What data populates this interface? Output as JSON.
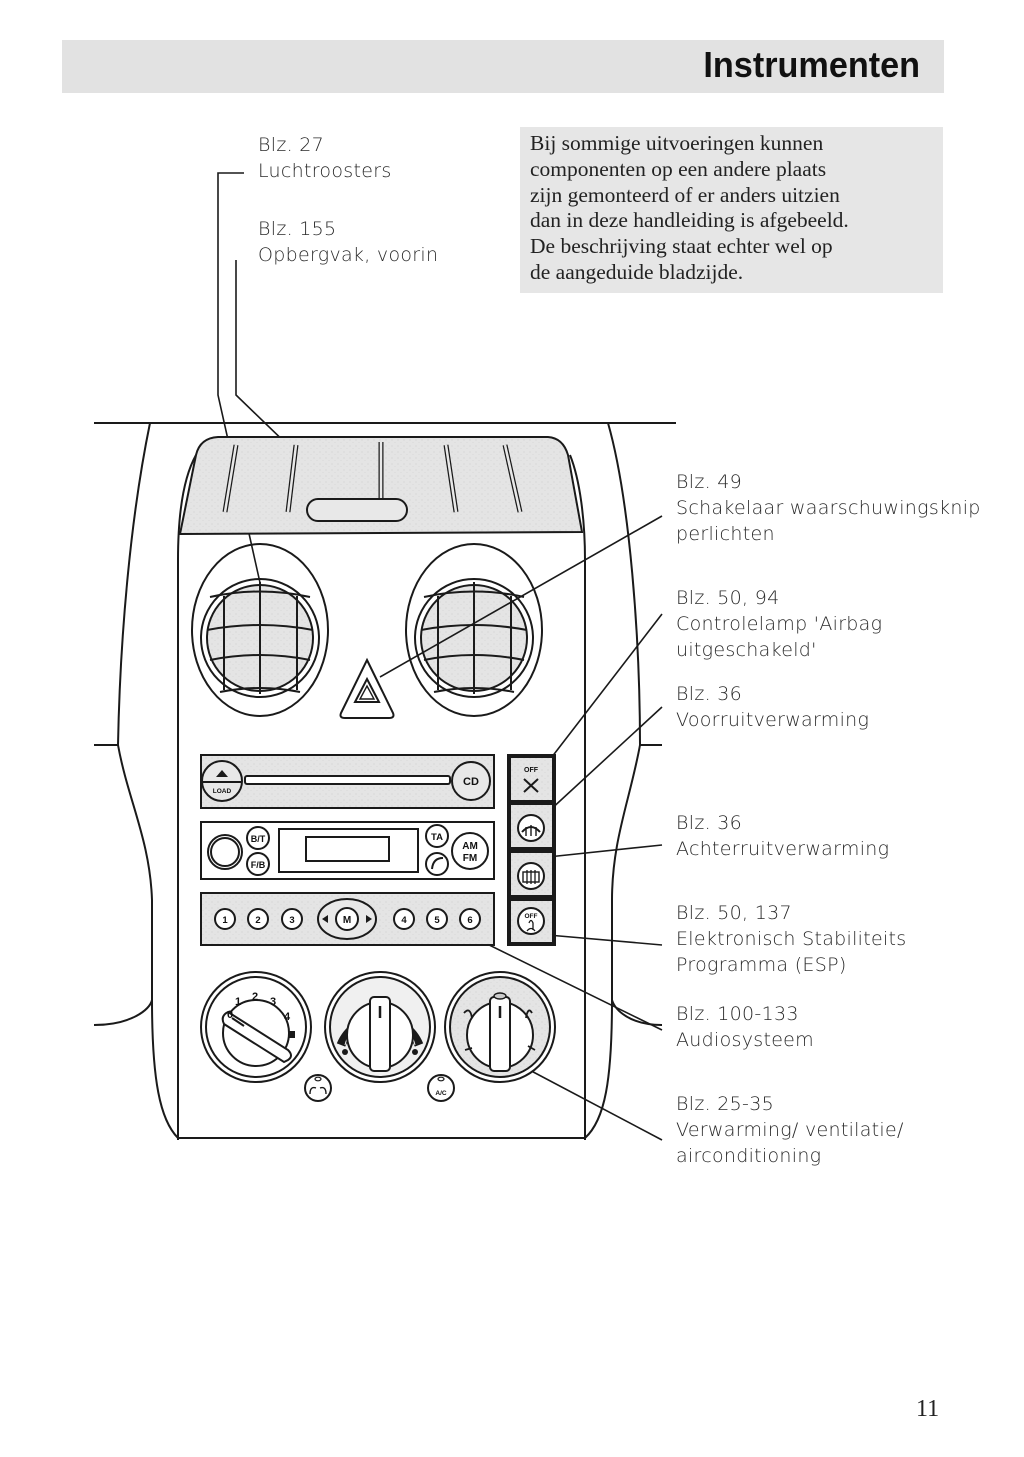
{
  "header": {
    "title": "Instrumenten"
  },
  "callouts_left": [
    {
      "page": "Blz. 27",
      "label": "Luchtroosters"
    },
    {
      "page": "Blz. 155",
      "label": "Opbergvak, voorin"
    }
  ],
  "note": {
    "lines": [
      "Bij sommige uitvoeringen kunnen",
      "componenten op een andere plaats",
      "zijn gemonteerd of er anders uitzien",
      "dan in deze handleiding is afgebeeld.",
      "De beschrijving staat echter wel op",
      "de aangeduide bladzijde."
    ]
  },
  "callouts_right": [
    {
      "page": "Blz. 49",
      "line1": "Schakelaar waarschuwingsknip",
      "line2": "perlichten"
    },
    {
      "page": "Blz. 50, 94",
      "line1": "Controlelamp 'Airbag",
      "line2": "uitgeschakeld'"
    },
    {
      "page": "Blz. 36",
      "line1": "Voorruitverwarming",
      "line2": ""
    },
    {
      "page": "Blz. 36",
      "line1": "Achterruitverwarming",
      "line2": ""
    },
    {
      "page": "Blz. 50, 137",
      "line1": "Elektronisch Stabiliteits",
      "line2": "Programma (ESP)"
    },
    {
      "page": "Blz. 100-133",
      "line1": "Audiosysteem",
      "line2": ""
    },
    {
      "page": "Blz. 25-35",
      "line1": "Verwarming/ ventilatie/",
      "line2": "airconditioning"
    }
  ],
  "diagram": {
    "radio": {
      "load_label": "LOAD",
      "cd_label": "CD",
      "bt_label": "B/T",
      "fb_label": "F/B",
      "ta_label": "TA",
      "am_label": "AM",
      "fm_label": "FM",
      "m_label": "M",
      "presets": [
        "1",
        "2",
        "3",
        "4",
        "5",
        "6"
      ]
    },
    "switches": {
      "airbag_off": "OFF",
      "esp_off": "OFF"
    },
    "fan_knob": {
      "marks": [
        "0",
        "1",
        "2",
        "3",
        "4"
      ]
    },
    "ac_label": "A/C"
  },
  "page_number": "11"
}
